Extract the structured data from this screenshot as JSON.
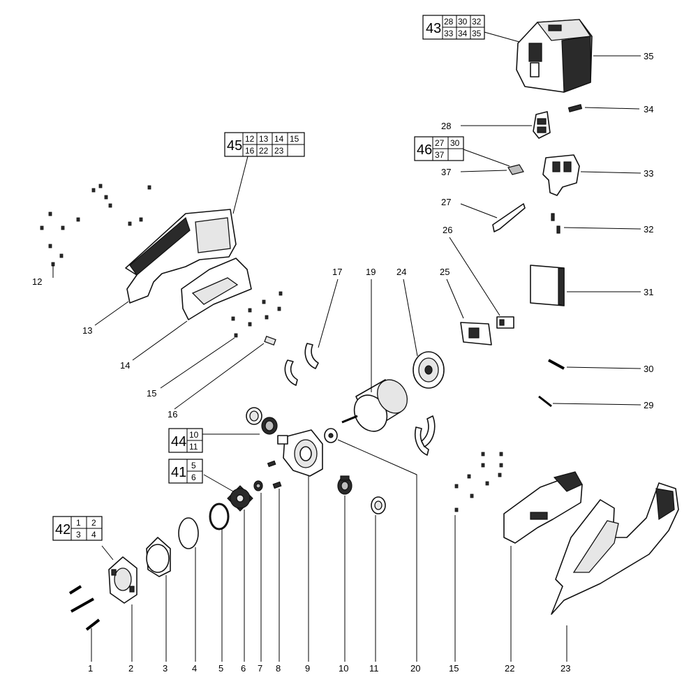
{
  "callouts": [
    "1",
    "2",
    "3",
    "4",
    "5",
    "6",
    "7",
    "8",
    "9",
    "10",
    "11",
    "12",
    "13",
    "14",
    "15",
    "16",
    "17",
    "19",
    "20",
    "22",
    "23",
    "24",
    "25",
    "26",
    "27",
    "28",
    "29",
    "30",
    "31",
    "32",
    "33",
    "34",
    "35",
    "37"
  ],
  "kits": {
    "k43": {
      "id": "43",
      "items": [
        "28",
        "30",
        "32",
        "33",
        "34",
        "35"
      ]
    },
    "k45": {
      "id": "45",
      "items": [
        "12",
        "13",
        "14",
        "15",
        "16",
        "22",
        "23",
        ""
      ]
    },
    "k46": {
      "id": "46",
      "items": [
        "27",
        "30",
        "37",
        ""
      ]
    },
    "k44": {
      "id": "44",
      "items": [
        "10",
        "11"
      ]
    },
    "k41": {
      "id": "41",
      "items": [
        "5",
        "6"
      ]
    },
    "k42": {
      "id": "42",
      "items": [
        "1",
        "2",
        "3",
        "4"
      ]
    }
  }
}
